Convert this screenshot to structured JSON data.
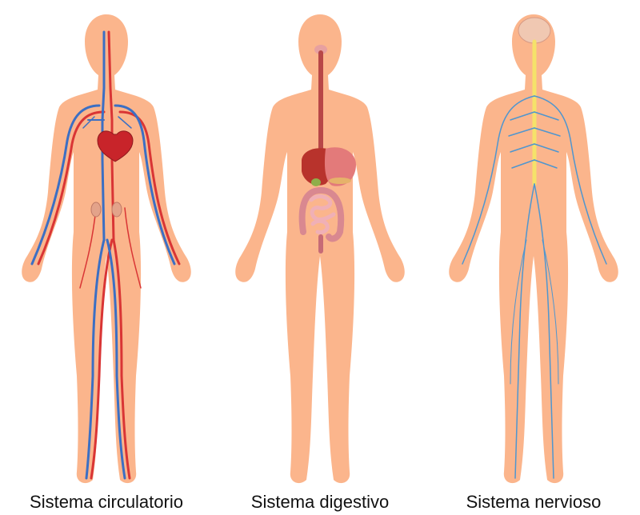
{
  "colors": {
    "skin": "#fbb58c",
    "artery": "#d93535",
    "vein": "#3b6fc4",
    "heart": "#c8242a",
    "esophagus": "#b84747",
    "organ_liver": "#b8332c",
    "stomach": "#e37a7a",
    "intestine": "#e8a0a6",
    "nerve": "#4f96cf",
    "spinal_cord": "#f5e26a",
    "brain": "#f0c8b2"
  },
  "captions": [
    {
      "label": "Sistema circulatorio"
    },
    {
      "label": "Sistema digestivo"
    },
    {
      "label": "Sistema nervioso"
    }
  ]
}
